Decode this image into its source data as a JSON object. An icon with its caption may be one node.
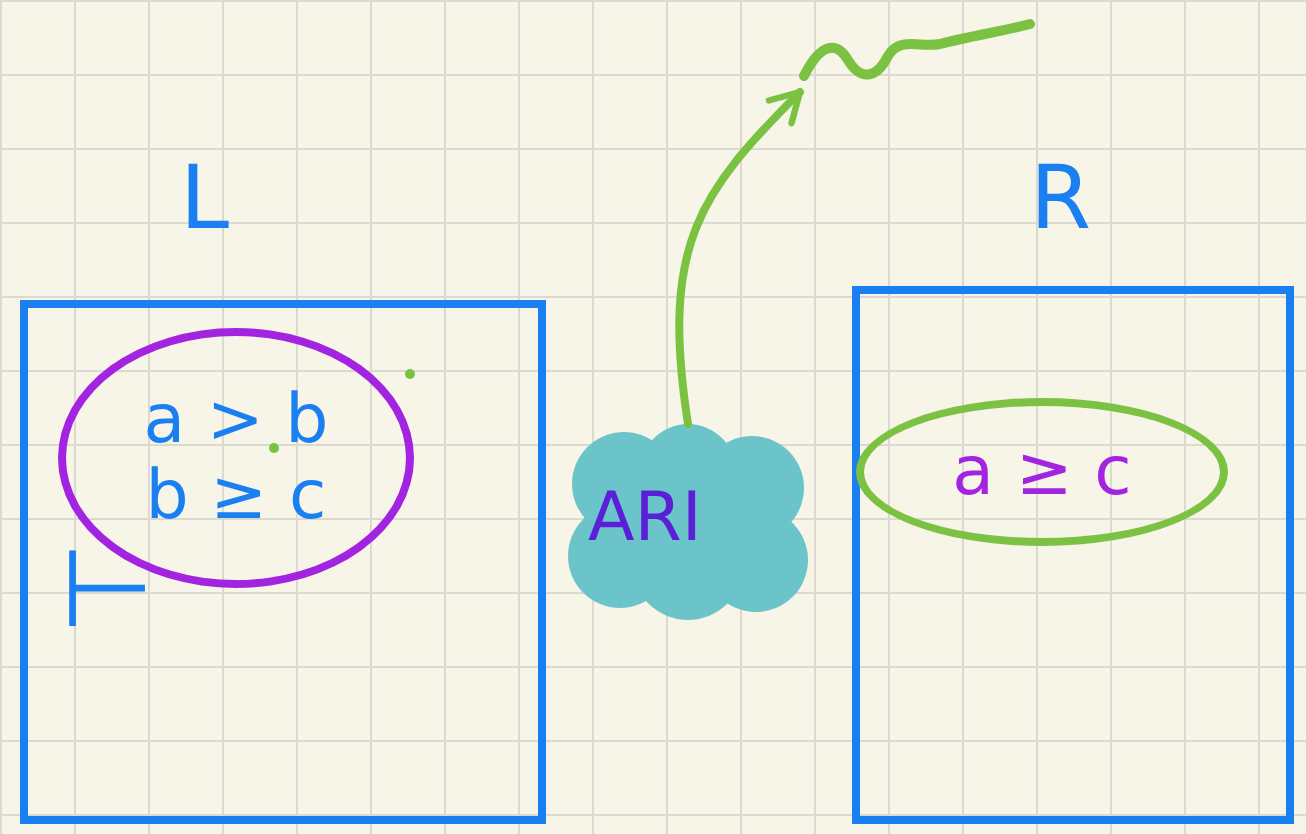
{
  "diagram": {
    "nodes": [
      {
        "text": [
          "L"
        ]
      },
      {
        "text": [
          "a > b",
          "b ≥ c"
        ],
        "in": 0
      },
      {
        "text": [
          "R"
        ]
      },
      {
        "text": [
          "a ≥ c"
        ],
        "in": 2
      },
      {
        "text": [
          "ARI"
        ]
      },
      {
        "text": [],
        "shape": "squiggle"
      }
    ],
    "edges": [
      {
        "from": 4,
        "to": 5,
        "arrow": "to",
        "color": "#7cc242"
      }
    ],
    "labels": [
      "⊢"
    ]
  }
}
